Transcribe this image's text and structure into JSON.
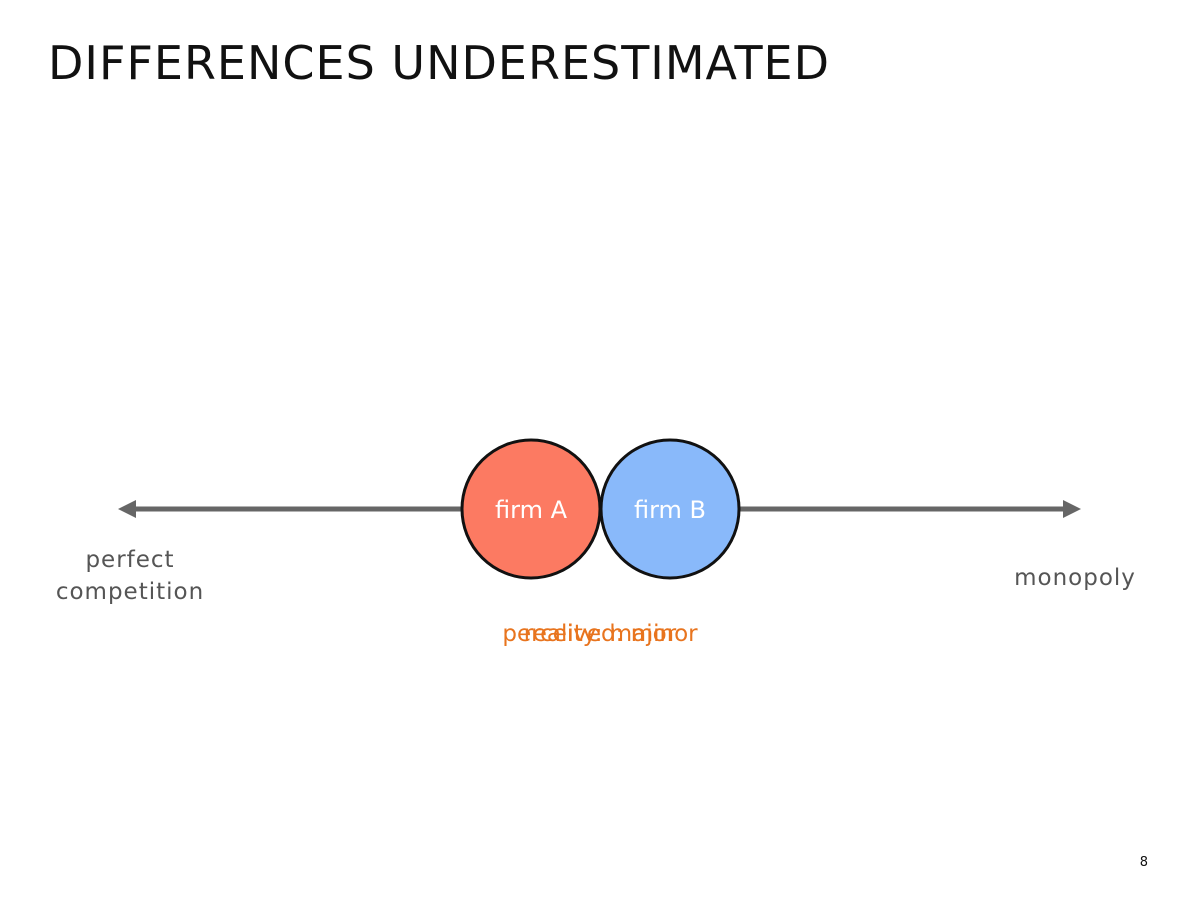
{
  "slide": {
    "title": "DIFFERENCES UNDERESTIMATED",
    "page_number": "8"
  },
  "axis": {
    "left_label": "perfect\ncompetition",
    "right_label": "monopoly",
    "color": "#666666"
  },
  "firms": [
    {
      "label": "firm A",
      "color": "#fc7a62"
    },
    {
      "label": "firm B",
      "color": "#89b9fa"
    }
  ],
  "annotations": {
    "perceived": "perceived: minor",
    "reality": "reality: major",
    "color": "#e8741e"
  }
}
